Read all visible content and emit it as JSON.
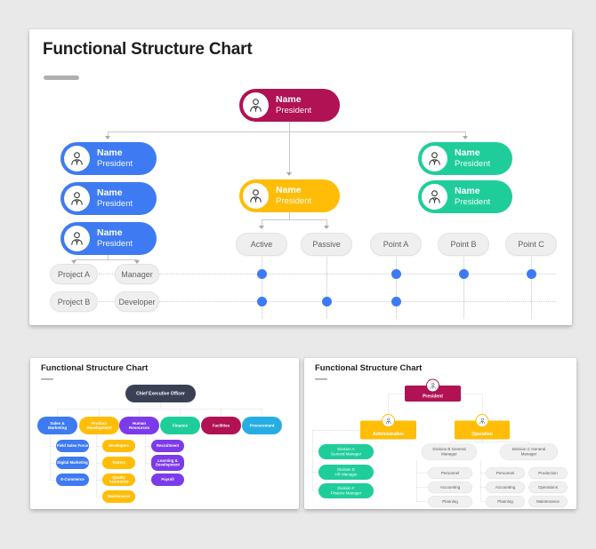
{
  "colors": {
    "crimson": "#B01253",
    "blue": "#3E7BF2",
    "yellow": "#FFBD08",
    "green": "#1FCD9B",
    "purple": "#7C3BEA",
    "cyan": "#27ADE4",
    "navy": "#3B4055",
    "dot_blue": "#3D7BF3",
    "page_background": "#E9E9E9"
  },
  "slide1": {
    "title": "Functional Structure Chart",
    "root": {
      "name": "Name",
      "role": "President"
    },
    "left_nodes": [
      {
        "name": "Name",
        "role": "President"
      },
      {
        "name": "Name",
        "role": "President"
      },
      {
        "name": "Name",
        "role": "President"
      }
    ],
    "center_node": {
      "name": "Name",
      "role": "President"
    },
    "right_nodes": [
      {
        "name": "Name",
        "role": "President"
      },
      {
        "name": "Name",
        "role": "President"
      }
    ],
    "center_children": [
      "Active",
      "Passive"
    ],
    "points": [
      "Point A",
      "Point B",
      "Point C"
    ],
    "grid_rows": [
      {
        "cells": [
          "Project A",
          "Manager"
        ]
      },
      {
        "cells": [
          "Project B",
          "Developer"
        ]
      }
    ]
  },
  "slide2": {
    "title": "Functional Structure Chart",
    "ceo_label": "Chief Executive Officer",
    "departments": [
      {
        "label": "Sales &\nMarketing",
        "children": [
          "Field Sales Force",
          "Digital Marketing",
          "E-Commerce"
        ]
      },
      {
        "label": "Product\nDevelopment",
        "children": [
          "Developers",
          "Testers",
          "Quality Assurance",
          "Maintenance"
        ]
      },
      {
        "label": "Human\nResources",
        "children": [
          "Recruitment",
          "Learning &\nDevelopment",
          "Payroll"
        ]
      },
      {
        "label": "Finance",
        "children": []
      },
      {
        "label": "Facilities",
        "children": []
      },
      {
        "label": "Procurement",
        "children": []
      }
    ]
  },
  "slide3": {
    "title": "Functional Structure Chart",
    "president_label": "President",
    "branches": [
      {
        "label": "Administrative"
      },
      {
        "label": "Operation"
      }
    ],
    "admin_divisions": [
      "Division A\nGeneral Manager",
      "Division D\nHR Manager",
      "Division F\nFinance Manager"
    ],
    "division_b": {
      "label": "Division B General\nManager",
      "children": [
        "Personnel",
        "Accounting",
        "Planning"
      ]
    },
    "division_c": {
      "label": "Division C General\nManager",
      "col1": [
        "Personnel",
        "Accounting",
        "Planning"
      ],
      "col2": [
        "Production",
        "Operations",
        "Maintenance"
      ]
    }
  }
}
